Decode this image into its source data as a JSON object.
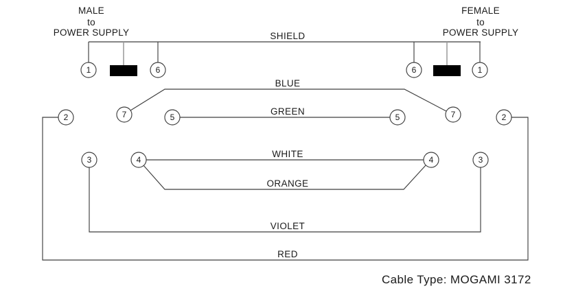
{
  "diagram": {
    "male_label": {
      "line1": "MALE",
      "line2": "to",
      "line3": "POWER SUPPLY"
    },
    "female_label": {
      "line1": "FEMALE",
      "line2": "to",
      "line3": "POWER SUPPLY"
    },
    "wire_labels": {
      "shield": "SHIELD",
      "blue": "BLUE",
      "green": "GREEN",
      "white": "WHITE",
      "orange": "ORANGE",
      "violet": "VIOLET",
      "red": "RED"
    },
    "pins": {
      "male_1": "1",
      "male_6": "6",
      "male_7": "7",
      "male_2": "2",
      "male_5": "5",
      "male_3": "3",
      "male_4": "4",
      "female_6": "6",
      "female_1": "1",
      "female_7": "7",
      "female_5": "5",
      "female_2": "2",
      "female_4": "4",
      "female_3": "3"
    },
    "footer": "Cable Type: MOGAMI 3172",
    "colors": {
      "wire": "#3f3f3f",
      "connector_body": "#000000",
      "connector_lead": "#999999",
      "background": "#ffffff",
      "text": "#1a1a1a"
    }
  }
}
